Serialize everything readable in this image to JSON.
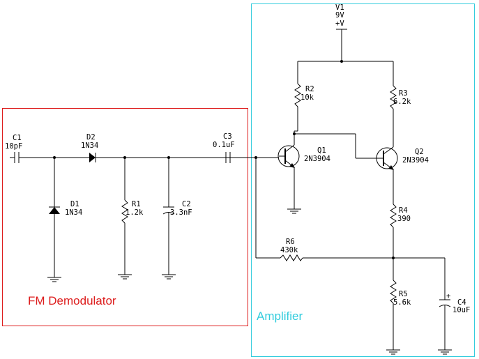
{
  "regions": {
    "demod": {
      "label": "FM Demodulator",
      "color": "#dd1c1c"
    },
    "amp": {
      "label": "Amplifier",
      "color": "#33ccdd"
    }
  },
  "components": {
    "v1": {
      "ref": "V1",
      "value": "9V",
      "node": "+V"
    },
    "c1": {
      "ref": "C1",
      "value": "10pF"
    },
    "d2": {
      "ref": "D2",
      "value": "1N34"
    },
    "d1": {
      "ref": "D1",
      "value": "1N34"
    },
    "r1": {
      "ref": "R1",
      "value": "1.2k"
    },
    "c2": {
      "ref": "C2",
      "value": "3.3nF"
    },
    "c3": {
      "ref": "C3",
      "value": "0.1uF"
    },
    "r2": {
      "ref": "R2",
      "value": "10k"
    },
    "r3": {
      "ref": "R3",
      "value": "6.2k"
    },
    "q1": {
      "ref": "Q1",
      "value": "2N3904"
    },
    "q2": {
      "ref": "Q2",
      "value": "2N3904"
    },
    "r4": {
      "ref": "R4",
      "value": "390"
    },
    "r6": {
      "ref": "R6",
      "value": "430k"
    },
    "r5": {
      "ref": "R5",
      "value": "5.6k"
    },
    "c4": {
      "ref": "C4",
      "value": "10uF"
    }
  }
}
